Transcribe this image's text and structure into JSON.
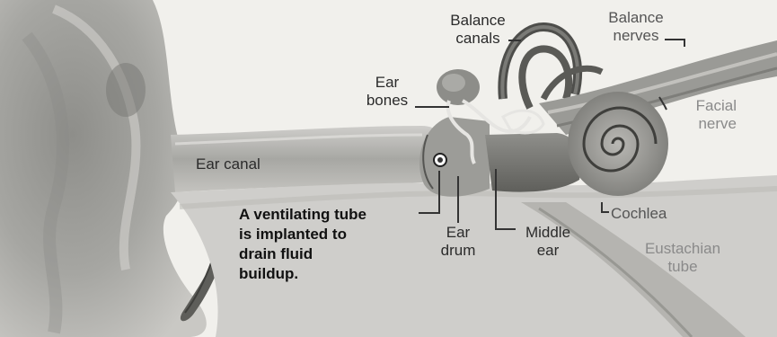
{
  "labels": {
    "balance_canals": [
      "Balance",
      "canals"
    ],
    "balance_nerves": [
      "Balance",
      "nerves"
    ],
    "ear_bones": [
      "Ear",
      "bones"
    ],
    "facial_nerve": [
      "Facial",
      "nerve"
    ],
    "ear_canal": "Ear canal",
    "cochlea": "Cochlea",
    "eustachian_tube": [
      "Eustachian",
      "tube"
    ],
    "ear_drum": [
      "Ear",
      "drum"
    ],
    "middle_ear": [
      "Middle",
      "ear"
    ],
    "ventilating_tube": [
      "A ventilating tube",
      "is implanted to",
      "drain fluid",
      "buildup."
    ]
  },
  "colors": {
    "background": "#f1f0ec",
    "tissue": "#a9a9a5",
    "tissue_dark": "#6f6f6b",
    "tissue_light": "#cfcecb",
    "line": "#222222"
  }
}
